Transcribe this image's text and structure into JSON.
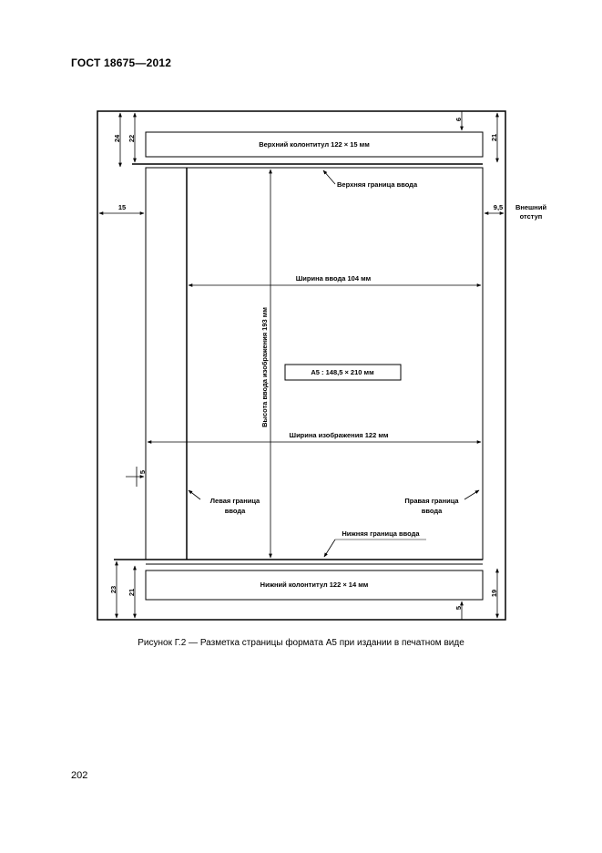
{
  "document": {
    "header": "ГОСТ 18675—2012",
    "page_number": "202",
    "caption": "Рисунок Г.2 — Разметка страницы формата А5 при издании в печатном виде"
  },
  "diagram": {
    "header_box_label": "Верхний колонтитул 122 × 15 мм",
    "footer_box_label": "Нижний колонтитул 122 × 14 мм",
    "top_boundary_label": "Верхняя граница ввода",
    "bottom_boundary_label": "Нижняя граница ввода",
    "left_boundary_line1": "Левая граница",
    "left_boundary_line2": "ввода",
    "right_boundary_line1": "Правая граница",
    "right_boundary_line2": "ввода",
    "outer_margin_line1": "Внешний",
    "outer_margin_line2": "отступ",
    "input_width_label": "Ширина ввода 104 мм",
    "image_width_label": "Ширина изображения 122 мм",
    "input_height_label": "Высота ввода изображения 193 мм",
    "format_label": "А5 : 148,5 × 210 мм",
    "dims": {
      "top_outer": "24",
      "top_inner": "22",
      "top_gap": "6",
      "top_right": "21",
      "left_margin": "15",
      "right_margin": "9,5",
      "gutter": "5",
      "bottom_outer": "23",
      "bottom_inner": "21",
      "bottom_gap": "5",
      "bottom_right": "19"
    }
  }
}
